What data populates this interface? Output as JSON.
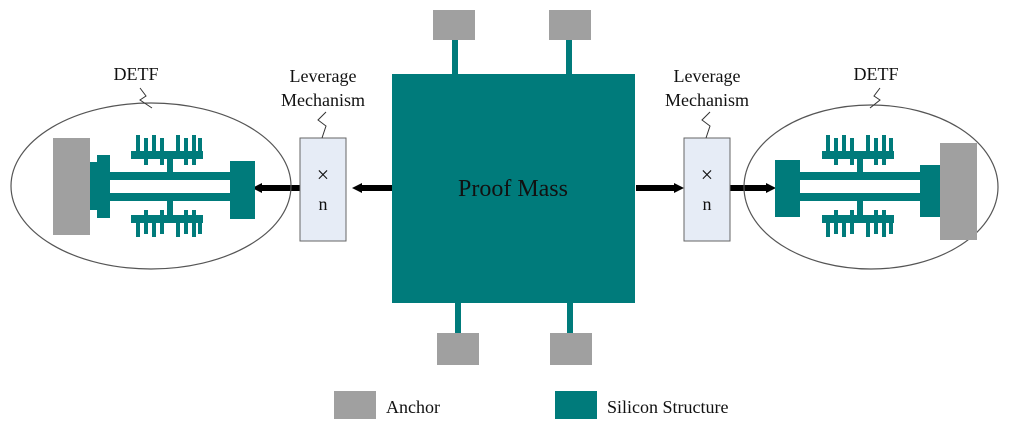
{
  "labels": {
    "proof_mass": "Proof Mass",
    "detf_left": "DETF",
    "detf_right": "DETF",
    "leverage_left_line1": "Leverage",
    "leverage_left_line2": "Mechanism",
    "leverage_right_line1": "Leverage",
    "leverage_right_line2": "Mechanism",
    "times_left": "×",
    "n_left": "n",
    "times_right": "×",
    "n_right": "n"
  },
  "legend": {
    "anchor": "Anchor",
    "silicon": "Silicon Structure"
  },
  "colors": {
    "silicon": "#007b7b",
    "anchor": "#a0a0a0",
    "leverage_box": "#e6ecf6",
    "arrow": "#000000"
  }
}
